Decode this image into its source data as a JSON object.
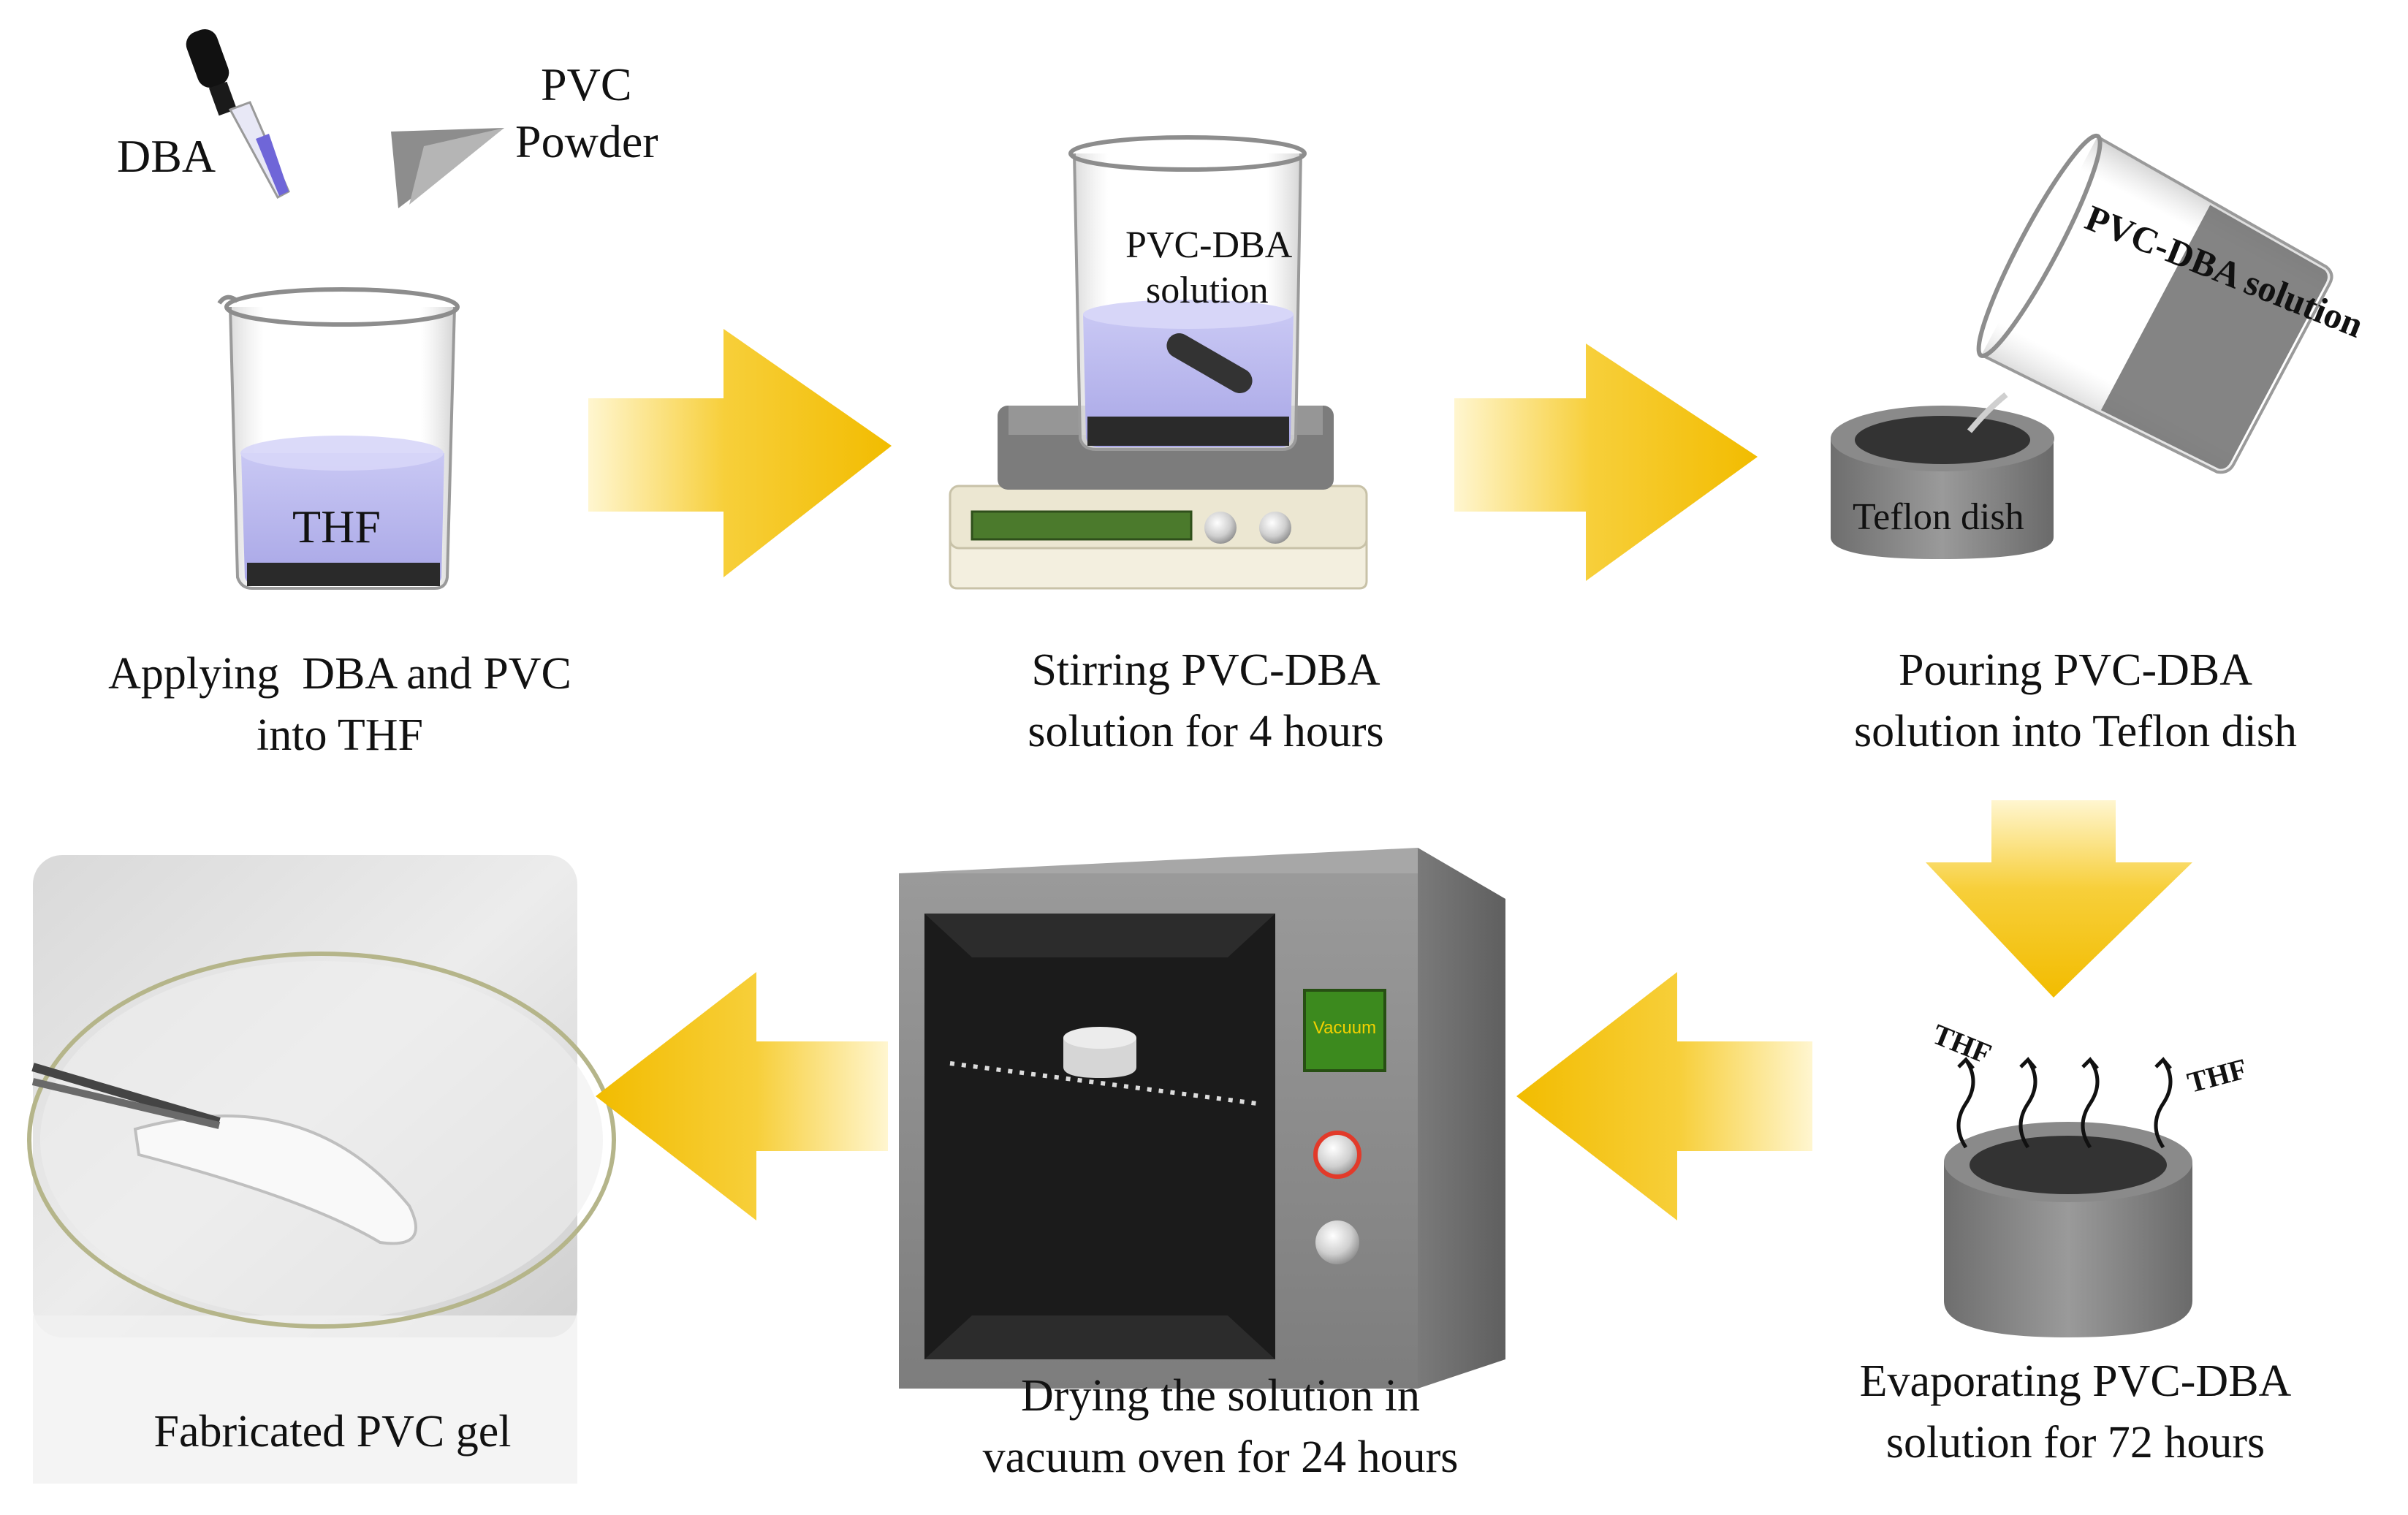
{
  "labels": {
    "dba": "DBA",
    "pvc_powder_line1": "PVC",
    "pvc_powder_line2": "Powder",
    "thf": "THF",
    "beaker_line1": "PVC-DBA",
    "beaker_line2": "solution",
    "tilted_beaker": "PVC-DBA solution",
    "teflon_dish": "Teflon dish",
    "vapor_left": "THF",
    "vapor_right": "THF",
    "oven_display": "Vacuum"
  },
  "steps": [
    {
      "line1": "Applying  DBA and PVC",
      "line2": "into THF"
    },
    {
      "line1": "Stirring PVC-DBA",
      "line2": "solution for 4 hours"
    },
    {
      "line1": "Pouring PVC-DBA",
      "line2": "solution into Teflon dish"
    },
    {
      "line1": "Evaporating PVC-DBA",
      "line2": "solution for 72 hours"
    },
    {
      "line1": "Drying the solution in",
      "line2": "vacuum oven for 24 hours"
    },
    {
      "line1": "Fabricated PVC gel"
    }
  ],
  "colors": {
    "arrow": "#F2BC00",
    "solution": "#B9B8EE",
    "dish_gray": "#7C7C7C",
    "oven_gray": "#8A8A8A",
    "display_green": "#3C8A1E"
  }
}
